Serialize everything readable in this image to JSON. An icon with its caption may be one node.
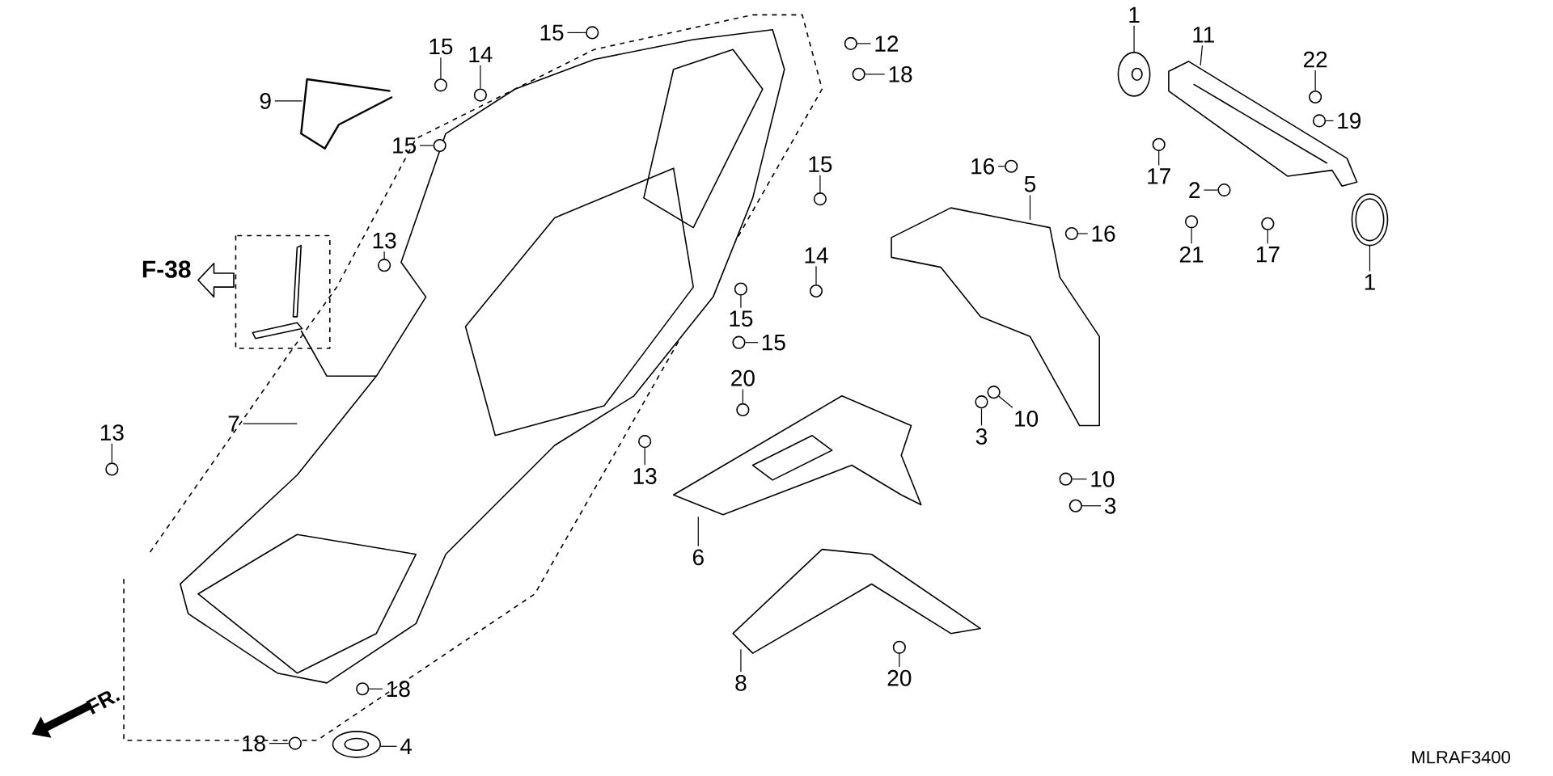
{
  "diagram": {
    "nodes": [
      {
        "text": [
          "1"
        ]
      },
      {
        "text": [
          "11"
        ]
      },
      {
        "text": [
          "22"
        ]
      },
      {
        "text": [
          "19"
        ]
      },
      {
        "text": [
          "17"
        ]
      },
      {
        "text": [
          "2"
        ]
      },
      {
        "text": [
          "21"
        ]
      },
      {
        "text": [
          "17"
        ]
      },
      {
        "text": [
          "1"
        ]
      },
      {
        "text": [
          "9"
        ]
      },
      {
        "text": [
          "15"
        ]
      },
      {
        "text": [
          "14"
        ]
      },
      {
        "text": [
          "15"
        ]
      },
      {
        "text": [
          "12"
        ]
      },
      {
        "text": [
          "18"
        ]
      },
      {
        "text": [
          "15"
        ]
      },
      {
        "text": [
          "15"
        ]
      },
      {
        "text": [
          "16"
        ]
      },
      {
        "text": [
          "5"
        ]
      },
      {
        "text": [
          "16"
        ]
      },
      {
        "text": [
          "13"
        ]
      },
      {
        "text": [
          "14"
        ]
      },
      {
        "text": [
          "15"
        ]
      },
      {
        "text": [
          "15"
        ]
      },
      {
        "text": [
          "20"
        ]
      },
      {
        "text": [
          "3"
        ]
      },
      {
        "text": [
          "10"
        ]
      },
      {
        "text": [
          "7"
        ]
      },
      {
        "text": [
          "13"
        ]
      },
      {
        "text": [
          "13"
        ]
      },
      {
        "text": [
          "10"
        ]
      },
      {
        "text": [
          "3"
        ]
      },
      {
        "text": [
          "6"
        ]
      },
      {
        "text": [
          "8"
        ]
      },
      {
        "text": [
          "20"
        ]
      },
      {
        "text": [
          "18"
        ]
      },
      {
        "text": [
          "18"
        ]
      },
      {
        "text": [
          "4"
        ]
      },
      {
        "text": [],
        "shape": "picture"
      },
      {
        "text": [],
        "shape": "picture"
      },
      {
        "text": [],
        "shape": "picture"
      },
      {
        "text": [],
        "shape": "picture"
      },
      {
        "text": [],
        "shape": "picture"
      },
      {
        "text": [],
        "shape": "picture"
      },
      {
        "text": [],
        "shape": "picture"
      },
      {
        "text": [],
        "shape": "picture"
      },
      {
        "text": [],
        "shape": "picture"
      },
      {
        "text": [],
        "shape": "circle"
      },
      {
        "text": [],
        "shape": "circle"
      },
      {
        "text": [],
        "shape": "circle"
      },
      {
        "text": [],
        "shape": "circle"
      },
      {
        "text": [],
        "shape": "circle"
      },
      {
        "text": [],
        "shape": "circle"
      },
      {
        "text": [],
        "shape": "circle"
      },
      {
        "text": [],
        "shape": "circle"
      },
      {
        "text": [],
        "shape": "circle"
      },
      {
        "text": [],
        "shape": "circle"
      },
      {
        "text": [],
        "shape": "circle"
      },
      {
        "text": [],
        "shape": "circle"
      },
      {
        "text": [],
        "shape": "circle"
      },
      {
        "text": [],
        "shape": "circle"
      },
      {
        "text": [],
        "shape": "circle"
      },
      {
        "text": [],
        "shape": "circle"
      },
      {
        "text": [],
        "shape": "circle"
      },
      {
        "text": [],
        "shape": "circle"
      },
      {
        "text": [],
        "shape": "circle"
      },
      {
        "text": [],
        "shape": "circle"
      },
      {
        "text": [],
        "shape": "circle"
      },
      {
        "text": [],
        "shape": "circle"
      },
      {
        "text": [],
        "shape": "circle"
      },
      {
        "text": [],
        "shape": "circle"
      },
      {
        "text": [],
        "shape": "circle"
      },
      {
        "text": [],
        "shape": "circle"
      },
      {
        "text": [],
        "shape": "circle"
      },
      {
        "text": [],
        "shape": "circle"
      },
      {
        "text": [],
        "shape": "circle"
      }
    ],
    "edges": [
      {
        "from": 0,
        "to": 38,
        "arrow": "none"
      },
      {
        "from": 1,
        "to": 39,
        "arrow": "none"
      },
      {
        "from": 2,
        "to": 47,
        "arrow": "none"
      },
      {
        "from": 3,
        "to": 48,
        "arrow": "none"
      },
      {
        "from": 4,
        "to": 49,
        "arrow": "none"
      },
      {
        "from": 5,
        "to": 50,
        "arrow": "none"
      },
      {
        "from": 6,
        "to": 51,
        "arrow": "none"
      },
      {
        "from": 7,
        "to": 52,
        "arrow": "none"
      },
      {
        "from": 8,
        "to": 40,
        "arrow": "none"
      },
      {
        "from": 9,
        "to": 41,
        "arrow": "none"
      },
      {
        "from": 10,
        "to": 53,
        "arrow": "none"
      },
      {
        "from": 11,
        "to": 54,
        "arrow": "none"
      },
      {
        "from": 12,
        "to": 55,
        "arrow": "none"
      },
      {
        "from": 13,
        "to": 56,
        "arrow": "none"
      },
      {
        "from": 14,
        "to": 57,
        "arrow": "none"
      },
      {
        "from": 15,
        "to": 58,
        "arrow": "none"
      },
      {
        "from": 16,
        "to": 59,
        "arrow": "none"
      },
      {
        "from": 17,
        "to": 60,
        "arrow": "none"
      },
      {
        "from": 18,
        "to": 43,
        "arrow": "none"
      },
      {
        "from": 19,
        "to": 61,
        "arrow": "none"
      },
      {
        "from": 20,
        "to": 62,
        "arrow": "none"
      },
      {
        "from": 21,
        "to": 63,
        "arrow": "none"
      },
      {
        "from": 22,
        "to": 64,
        "arrow": "none"
      },
      {
        "from": 23,
        "to": 65,
        "arrow": "none"
      },
      {
        "from": 24,
        "to": 66,
        "arrow": "none"
      },
      {
        "from": 25,
        "to": 67,
        "arrow": "none"
      },
      {
        "from": 26,
        "to": 68,
        "arrow": "none"
      },
      {
        "from": 27,
        "to": 42,
        "arrow": "none"
      },
      {
        "from": 28,
        "to": 69,
        "arrow": "none"
      },
      {
        "from": 29,
        "to": 70,
        "arrow": "none"
      },
      {
        "from": 30,
        "to": 71,
        "arrow": "none"
      },
      {
        "from": 31,
        "to": 72,
        "arrow": "none"
      },
      {
        "from": 32,
        "to": 44,
        "arrow": "none"
      },
      {
        "from": 33,
        "to": 45,
        "arrow": "none"
      },
      {
        "from": 34,
        "to": 73,
        "arrow": "none"
      },
      {
        "from": 35,
        "to": 74,
        "arrow": "none"
      },
      {
        "from": 36,
        "to": 75,
        "arrow": "none"
      },
      {
        "from": 37,
        "to": 46,
        "arrow": "none"
      }
    ],
    "labels": [
      "F-38",
      "FR.",
      "MLRAF3400"
    ]
  }
}
